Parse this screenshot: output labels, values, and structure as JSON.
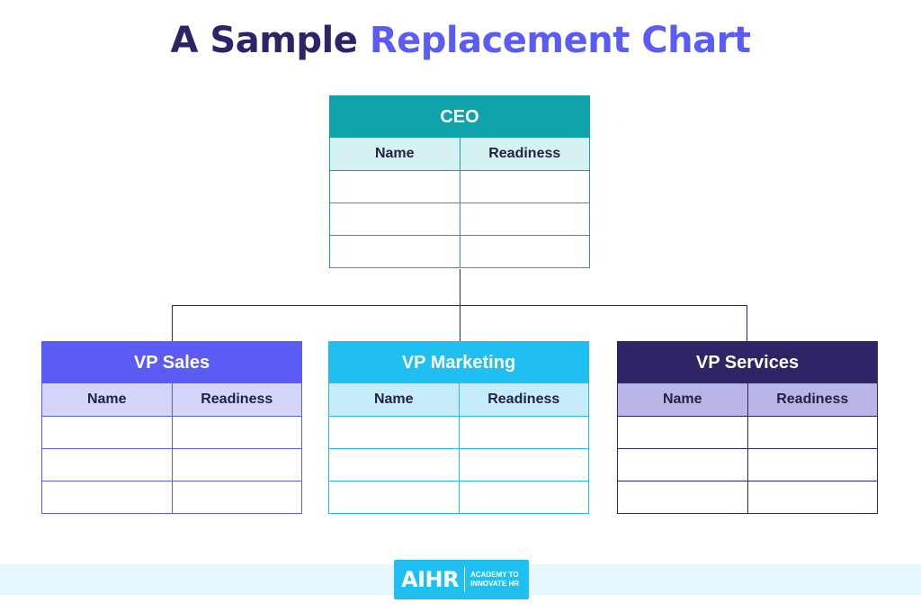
{
  "title": {
    "part1": "A Sample",
    "part2": "Replacement Chart"
  },
  "colors": {
    "title_dark": "#2d2466",
    "title_accent": "#5b5cf6",
    "ceo": "#0ea2ab",
    "vp_sales": "#5b5cf6",
    "vp_marketing": "#20bff1",
    "vp_services": "#2f2466",
    "connector": "#2f2466"
  },
  "boxes": {
    "ceo": {
      "title": "CEO",
      "col_name": "Name",
      "col_readiness": "Readiness"
    },
    "vp_sales": {
      "title": "VP Sales",
      "col_name": "Name",
      "col_readiness": "Readiness"
    },
    "vp_marketing": {
      "title": "VP Marketing",
      "col_name": "Name",
      "col_readiness": "Readiness"
    },
    "vp_services": {
      "title": "VP Services",
      "col_name": "Name",
      "col_readiness": "Readiness"
    }
  },
  "logo": {
    "main": "AIHR",
    "line1": "ACADEMY TO",
    "line2": "INNOVATE HR"
  }
}
